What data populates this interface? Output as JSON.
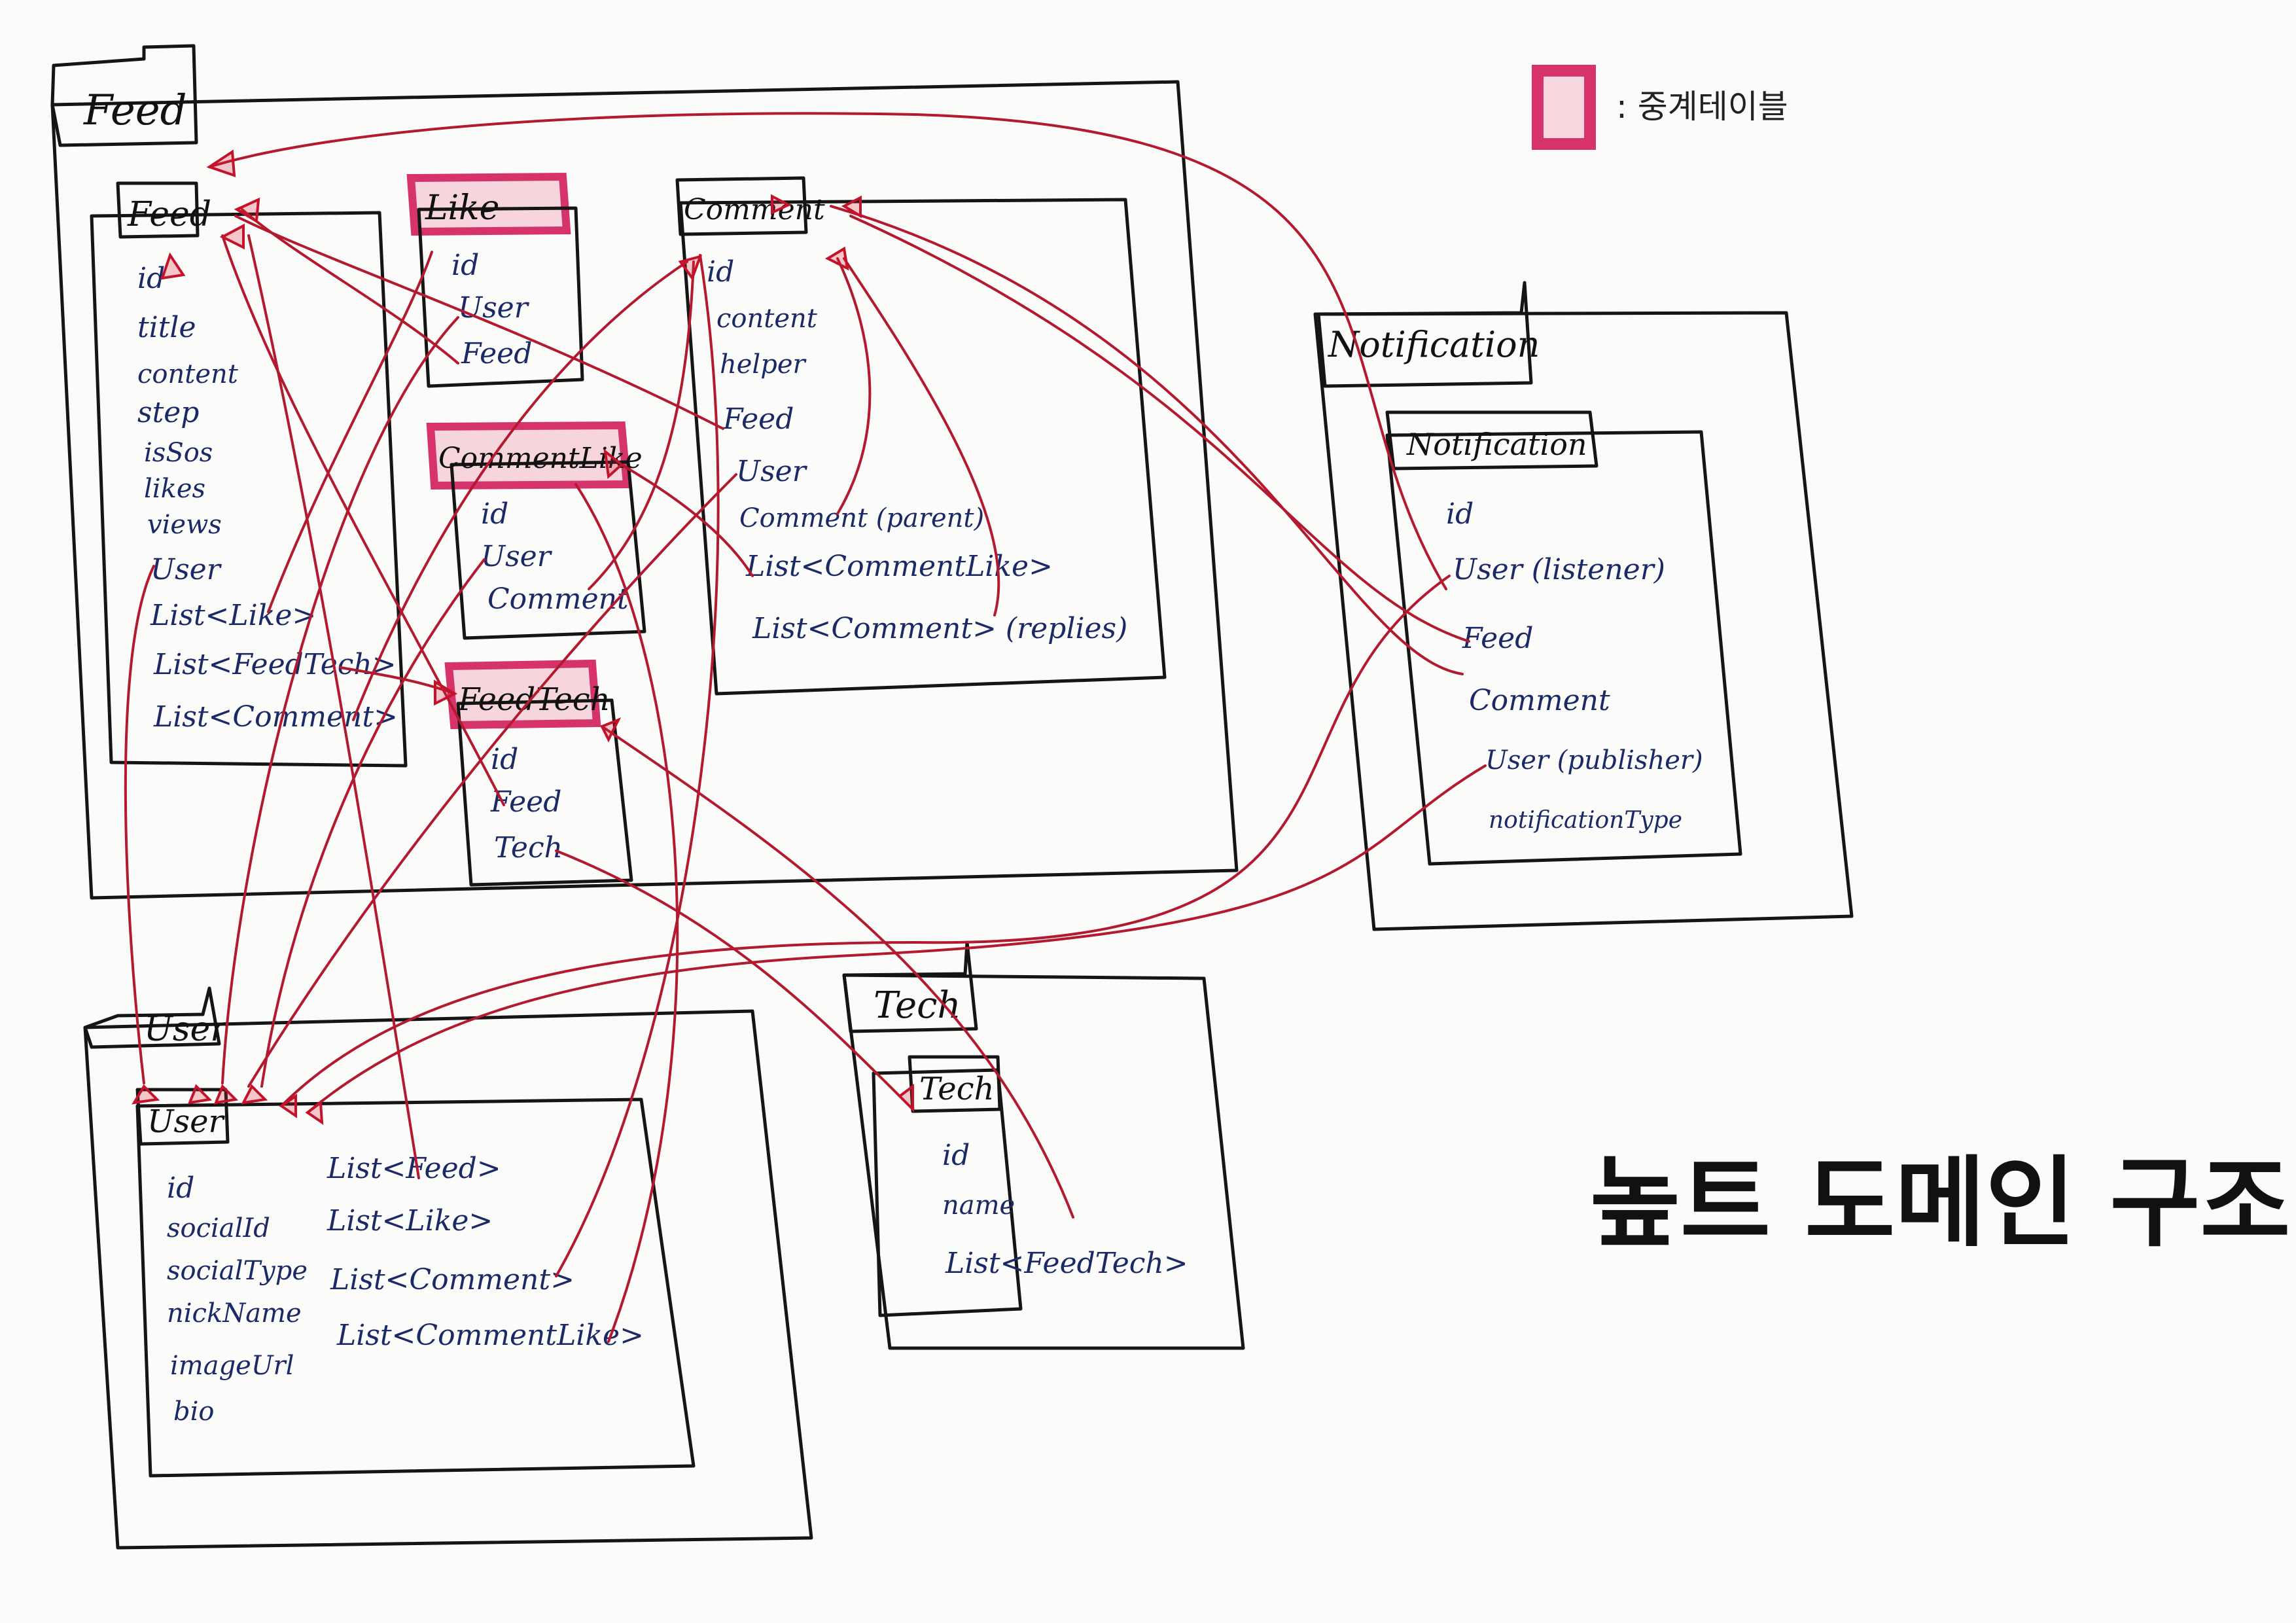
{
  "legend": {
    "text": ": 중계테이블"
  },
  "title": "높트 도메인 구조",
  "packages": {
    "feed": {
      "label": "Feed"
    },
    "user": {
      "label": "User"
    },
    "tech": {
      "label": "Tech"
    },
    "notification": {
      "label": "Notification"
    }
  },
  "classes": {
    "feed": {
      "title": "Feed",
      "fields": [
        "id",
        "title",
        "content",
        "step",
        "isSos",
        "likes",
        "views",
        "User",
        "List<Like>",
        "List<FeedTech>",
        "List<Comment>"
      ]
    },
    "like": {
      "title": "Like",
      "fields": [
        "id",
        "User",
        "Feed"
      ]
    },
    "comment_like": {
      "title": "CommentLike",
      "fields": [
        "id",
        "User",
        "Comment"
      ]
    },
    "feed_tech": {
      "title": "FeedTech",
      "fields": [
        "id",
        "Feed",
        "Tech"
      ]
    },
    "comment": {
      "title": "Comment",
      "fields": [
        "id",
        "content",
        "helper",
        "Feed",
        "User",
        "Comment (parent)",
        "List<CommentLike>",
        "List<Comment> (replies)"
      ]
    },
    "notification": {
      "title": "Notification",
      "fields": [
        "id",
        "User (listener)",
        "Feed",
        "Comment",
        "User (publisher)",
        "notificationType"
      ]
    },
    "user": {
      "title": "User",
      "fields_left": [
        "id",
        "socialId",
        "socialType",
        "nickName",
        "imageUrl",
        "bio"
      ],
      "fields_right": [
        "List<Feed>",
        "List<Like>",
        "List<Comment>",
        "List<CommentLike>"
      ]
    },
    "tech": {
      "title": "Tech",
      "fields": [
        "id",
        "name",
        "List<FeedTech>"
      ]
    }
  },
  "colors": {
    "ink": "#151515",
    "field_ink": "#1b2a66",
    "relation": "#b3192f",
    "highlight": "#d6336c"
  }
}
